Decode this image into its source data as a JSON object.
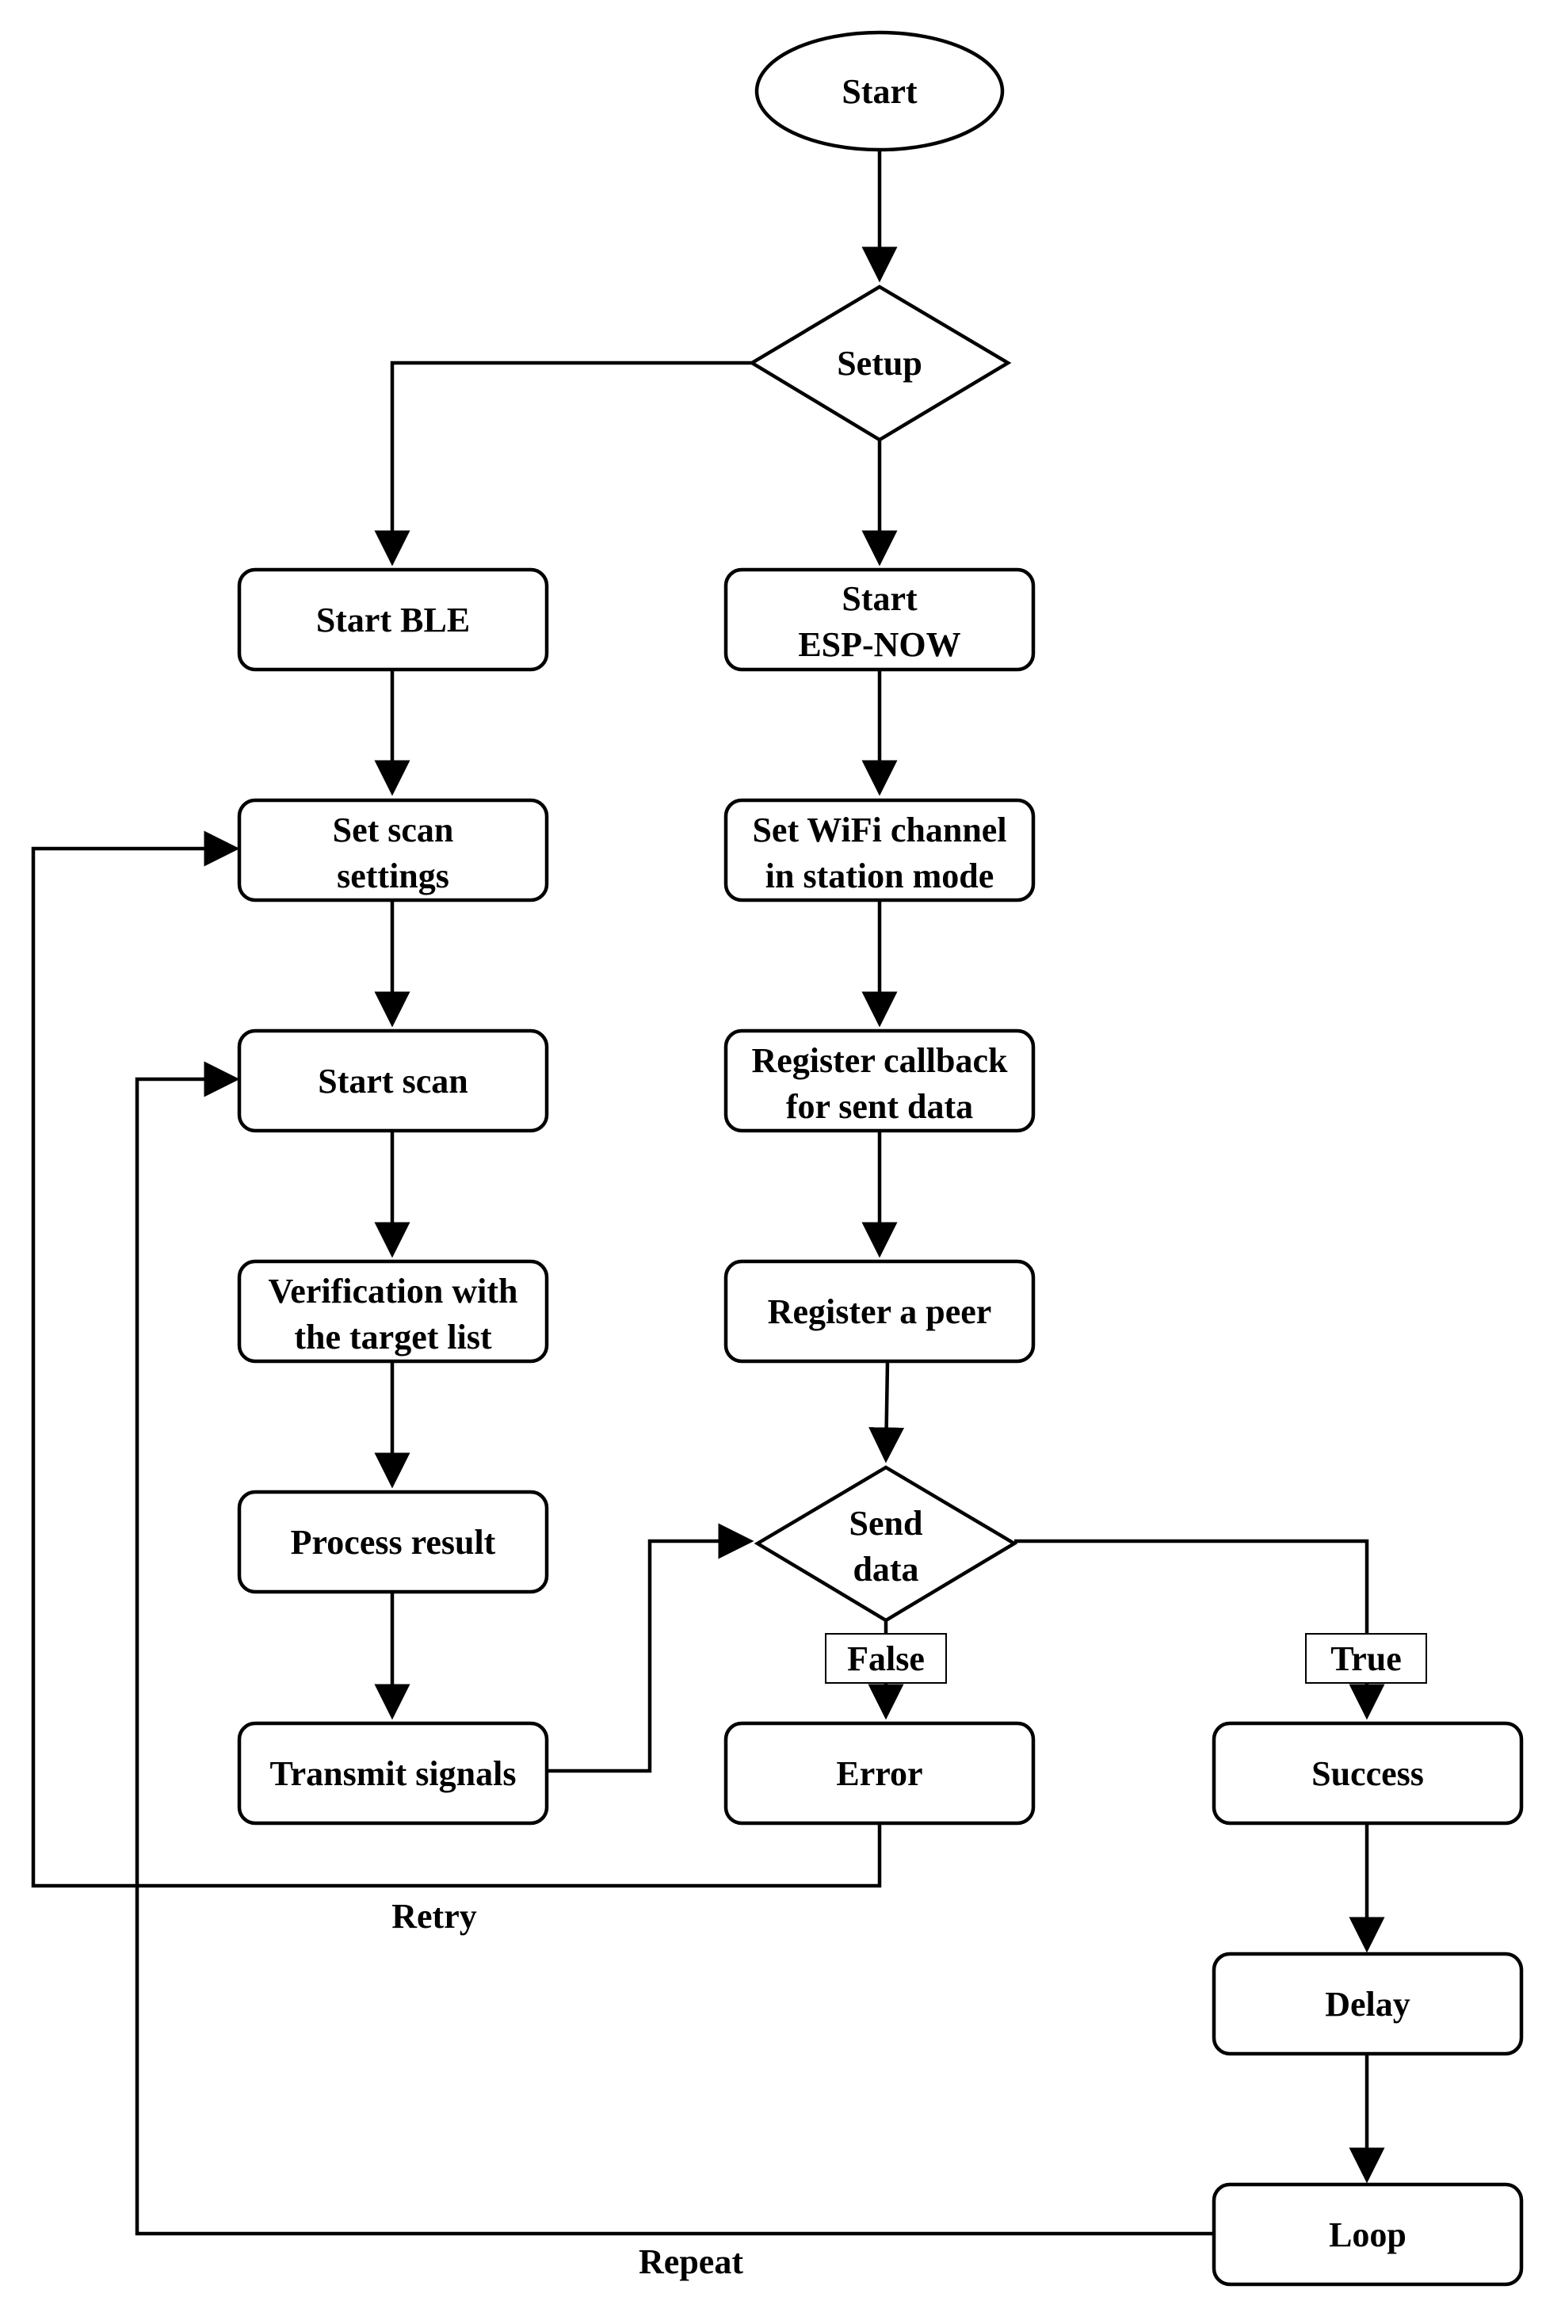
{
  "nodes": {
    "start": {
      "text": "Start",
      "shape": "ellipse"
    },
    "setup": {
      "text": "Setup",
      "shape": "diamond"
    },
    "start_ble": {
      "text": "Start BLE",
      "shape": "rounded-rect"
    },
    "start_espnow": {
      "line1": "Start",
      "line2": "ESP-NOW",
      "shape": "rounded-rect"
    },
    "set_scan": {
      "line1": "Set scan",
      "line2": "settings",
      "shape": "rounded-rect"
    },
    "set_wifi": {
      "line1": "Set WiFi channel",
      "line2": "in station mode",
      "shape": "rounded-rect"
    },
    "start_scan": {
      "text": "Start scan",
      "shape": "rounded-rect"
    },
    "register_cb": {
      "line1": "Register callback",
      "line2": "for sent data",
      "shape": "rounded-rect"
    },
    "verification": {
      "line1": "Verification with",
      "line2": "the target list",
      "shape": "rounded-rect"
    },
    "register_peer": {
      "text": "Register a peer",
      "shape": "rounded-rect"
    },
    "process": {
      "text": "Process result",
      "shape": "rounded-rect"
    },
    "send_data": {
      "line1": "Send",
      "line2": "data",
      "shape": "diamond"
    },
    "transmit": {
      "text": "Transmit signals",
      "shape": "rounded-rect"
    },
    "error": {
      "text": "Error",
      "shape": "rounded-rect"
    },
    "success": {
      "text": "Success",
      "shape": "rounded-rect"
    },
    "delay": {
      "text": "Delay",
      "shape": "rounded-rect"
    },
    "loop": {
      "text": "Loop",
      "shape": "rounded-rect"
    }
  },
  "edge_labels": {
    "false": "False",
    "true": "True",
    "retry": "Retry",
    "repeat": "Repeat"
  },
  "edges": [
    {
      "from": "start",
      "to": "setup"
    },
    {
      "from": "setup",
      "to": "start_ble"
    },
    {
      "from": "setup",
      "to": "start_espnow"
    },
    {
      "from": "start_ble",
      "to": "set_scan"
    },
    {
      "from": "set_scan",
      "to": "start_scan"
    },
    {
      "from": "start_scan",
      "to": "verification"
    },
    {
      "from": "verification",
      "to": "process"
    },
    {
      "from": "process",
      "to": "transmit"
    },
    {
      "from": "transmit",
      "to": "send_data"
    },
    {
      "from": "start_espnow",
      "to": "set_wifi"
    },
    {
      "from": "set_wifi",
      "to": "register_cb"
    },
    {
      "from": "register_cb",
      "to": "register_peer"
    },
    {
      "from": "register_peer",
      "to": "send_data"
    },
    {
      "from": "send_data",
      "to": "error",
      "label": "False"
    },
    {
      "from": "send_data",
      "to": "success",
      "label": "True"
    },
    {
      "from": "error",
      "to": "set_scan",
      "label": "Retry"
    },
    {
      "from": "success",
      "to": "delay"
    },
    {
      "from": "delay",
      "to": "loop"
    },
    {
      "from": "loop",
      "to": "start_scan",
      "label": "Repeat"
    }
  ]
}
